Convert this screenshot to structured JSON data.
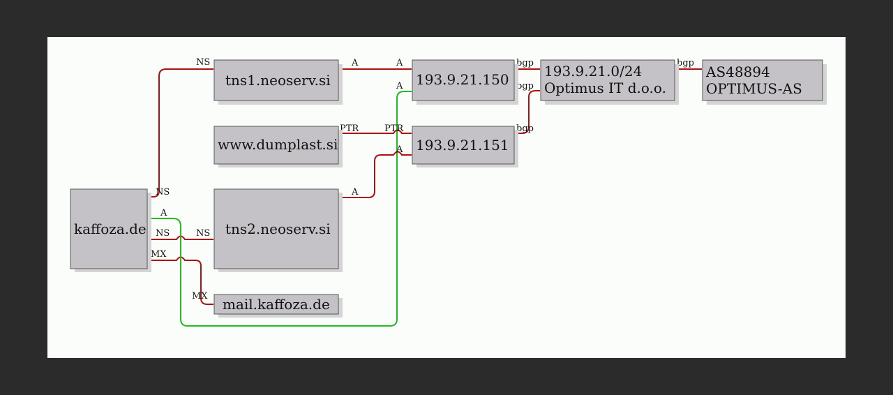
{
  "colors": {
    "background": "#2b2b2b",
    "canvas": "#fbfdfb",
    "node_fill": "#c4c2c6",
    "edge_red": "#aa1111",
    "edge_green": "#22bb22"
  },
  "nodes": {
    "kaffoza": "kaffoza.de",
    "tns1": "tns1.neoserv.si",
    "www_dumplast": "www.dumplast.si",
    "tns2": "tns2.neoserv.si",
    "mail": "mail.kaffoza.de",
    "ip150": "193.9.21.150",
    "ip151": "193.9.21.151",
    "prefix_line1": "193.9.21.0/24",
    "prefix_line2": "Optimus IT d.o.o.",
    "asn_line1": "AS48894",
    "asn_line2": "OPTIMUS-AS"
  },
  "edge_labels": {
    "ns": "NS",
    "a": "A",
    "mx": "MX",
    "ptr": "PTR",
    "bgp": "bgp"
  }
}
